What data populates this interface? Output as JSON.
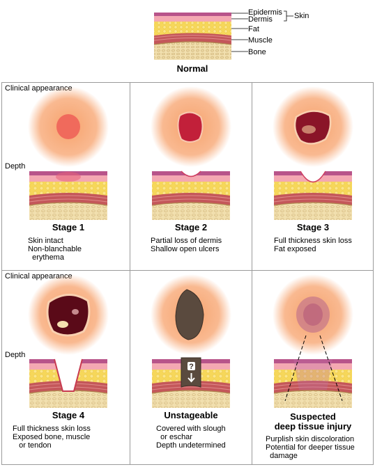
{
  "legend": {
    "epidermis": "Epidermis",
    "dermis": "Dermis",
    "skin": "Skin",
    "fat": "Fat",
    "muscle": "Muscle",
    "bone": "Bone"
  },
  "normal_title": "Normal",
  "row_labels": {
    "clinical": "Clinical appearance",
    "depth": "Depth"
  },
  "stages": [
    {
      "title": "Stage 1",
      "desc": [
        "Skin intact",
        "Non-blanchable",
        "  erythema"
      ]
    },
    {
      "title": "Stage 2",
      "desc": [
        "Partial loss of dermis",
        "Shallow open ulcers"
      ]
    },
    {
      "title": "Stage 3",
      "desc": [
        "Full thickness skin loss",
        "Fat exposed"
      ]
    },
    {
      "title": "Stage 4",
      "desc": [
        "Full thickness skin loss",
        "Exposed bone, muscle",
        "   or tendon"
      ]
    },
    {
      "title": "Unstageable",
      "desc": [
        "Covered with slough",
        "  or eschar",
        "Depth undetermined"
      ]
    },
    {
      "title": "Suspected deep tissue injury",
      "title_lines": [
        "Suspected",
        "deep tissue injury"
      ],
      "desc": [
        "Purplish skin discoloration",
        "Potential for deeper tissue",
        "  damage"
      ]
    }
  ],
  "unstageable_marker": "?",
  "colors": {
    "epidermis": "#b8548a",
    "dermis": "#f4a8b2",
    "fat": "#f6d75a",
    "muscle": "#c4575a",
    "bone": "#f1dfae",
    "skin_glow": "#f7a26c",
    "wound_red": "#c2203a",
    "eschar": "#5a4a3e",
    "border": "#9a9a9a"
  }
}
